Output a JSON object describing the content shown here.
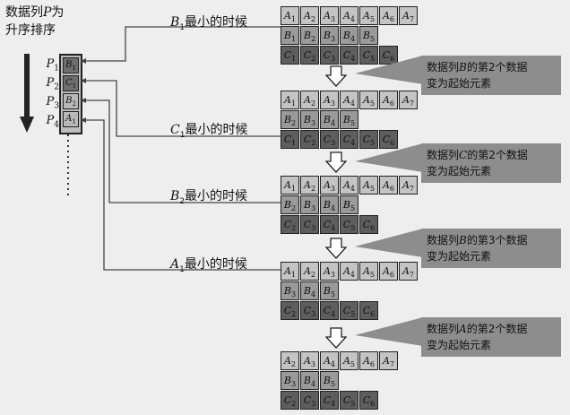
{
  "title_line1_pre": "数据列",
  "title_line1_var": "P",
  "title_line1_post": "为",
  "title_line2": "升序排序",
  "pointers": [
    {
      "var": "P",
      "sub": "1",
      "value_var": "B",
      "value_sub": "1"
    },
    {
      "var": "P",
      "sub": "2",
      "value_var": "C",
      "value_sub": "1"
    },
    {
      "var": "P",
      "sub": "3",
      "value_var": "B",
      "value_sub": "2"
    },
    {
      "var": "P",
      "sub": "4",
      "value_var": "A",
      "value_sub": "1"
    }
  ],
  "captions": [
    {
      "var": "B",
      "sub": "1",
      "text": "最小的时候"
    },
    {
      "var": "C",
      "sub": "1",
      "text": "最小的时候"
    },
    {
      "var": "B",
      "sub": "2",
      "text": "最小的时候"
    },
    {
      "var": "A",
      "sub": "1",
      "text": "最小的时候"
    }
  ],
  "notes": [
    {
      "pre": "数据列",
      "var": "B",
      "post": "的第2个数据",
      "line2": "变为起始元素"
    },
    {
      "pre": "数据列",
      "var": "C",
      "post": "的第2个数据",
      "line2": "变为起始元素"
    },
    {
      "pre": "数据列",
      "var": "B",
      "post": "的第3个数据",
      "line2": "变为起始元素"
    },
    {
      "pre": "数据列",
      "var": "A",
      "post": "的第2个数据",
      "line2": "变为起始元素"
    }
  ],
  "blocks": [
    {
      "rows": [
        {
          "var": "A",
          "subs": [
            "1",
            "2",
            "3",
            "4",
            "5",
            "6",
            "7"
          ],
          "tone": "l"
        },
        {
          "var": "B",
          "subs": [
            "1",
            "2",
            "3",
            "4",
            "5"
          ],
          "tone": "m"
        },
        {
          "var": "C",
          "subs": [
            "1",
            "2",
            "3",
            "4",
            "5",
            "6"
          ],
          "tone": "d"
        }
      ]
    },
    {
      "rows": [
        {
          "var": "A",
          "subs": [
            "1",
            "2",
            "3",
            "4",
            "5",
            "6",
            "7"
          ],
          "tone": "l"
        },
        {
          "var": "B",
          "subs": [
            "2",
            "3",
            "4",
            "5"
          ],
          "tone": "m"
        },
        {
          "var": "C",
          "subs": [
            "1",
            "2",
            "3",
            "4",
            "5",
            "6"
          ],
          "tone": "d"
        }
      ]
    },
    {
      "rows": [
        {
          "var": "A",
          "subs": [
            "1",
            "2",
            "3",
            "4",
            "5",
            "6",
            "7"
          ],
          "tone": "l"
        },
        {
          "var": "B",
          "subs": [
            "2",
            "3",
            "4",
            "5"
          ],
          "tone": "m"
        },
        {
          "var": "C",
          "subs": [
            "2",
            "3",
            "4",
            "5",
            "6"
          ],
          "tone": "d"
        }
      ]
    },
    {
      "rows": [
        {
          "var": "A",
          "subs": [
            "1",
            "2",
            "3",
            "4",
            "5",
            "6",
            "7"
          ],
          "tone": "l"
        },
        {
          "var": "B",
          "subs": [
            "3",
            "4",
            "5"
          ],
          "tone": "m"
        },
        {
          "var": "C",
          "subs": [
            "2",
            "3",
            "4",
            "5",
            "6"
          ],
          "tone": "d"
        }
      ]
    },
    {
      "rows": [
        {
          "var": "A",
          "subs": [
            "2",
            "3",
            "4",
            "5",
            "6",
            "7"
          ],
          "tone": "l"
        },
        {
          "var": "B",
          "subs": [
            "3",
            "4",
            "5"
          ],
          "tone": "m"
        },
        {
          "var": "C",
          "subs": [
            "2",
            "3",
            "4",
            "5",
            "6"
          ],
          "tone": "d"
        }
      ]
    }
  ]
}
